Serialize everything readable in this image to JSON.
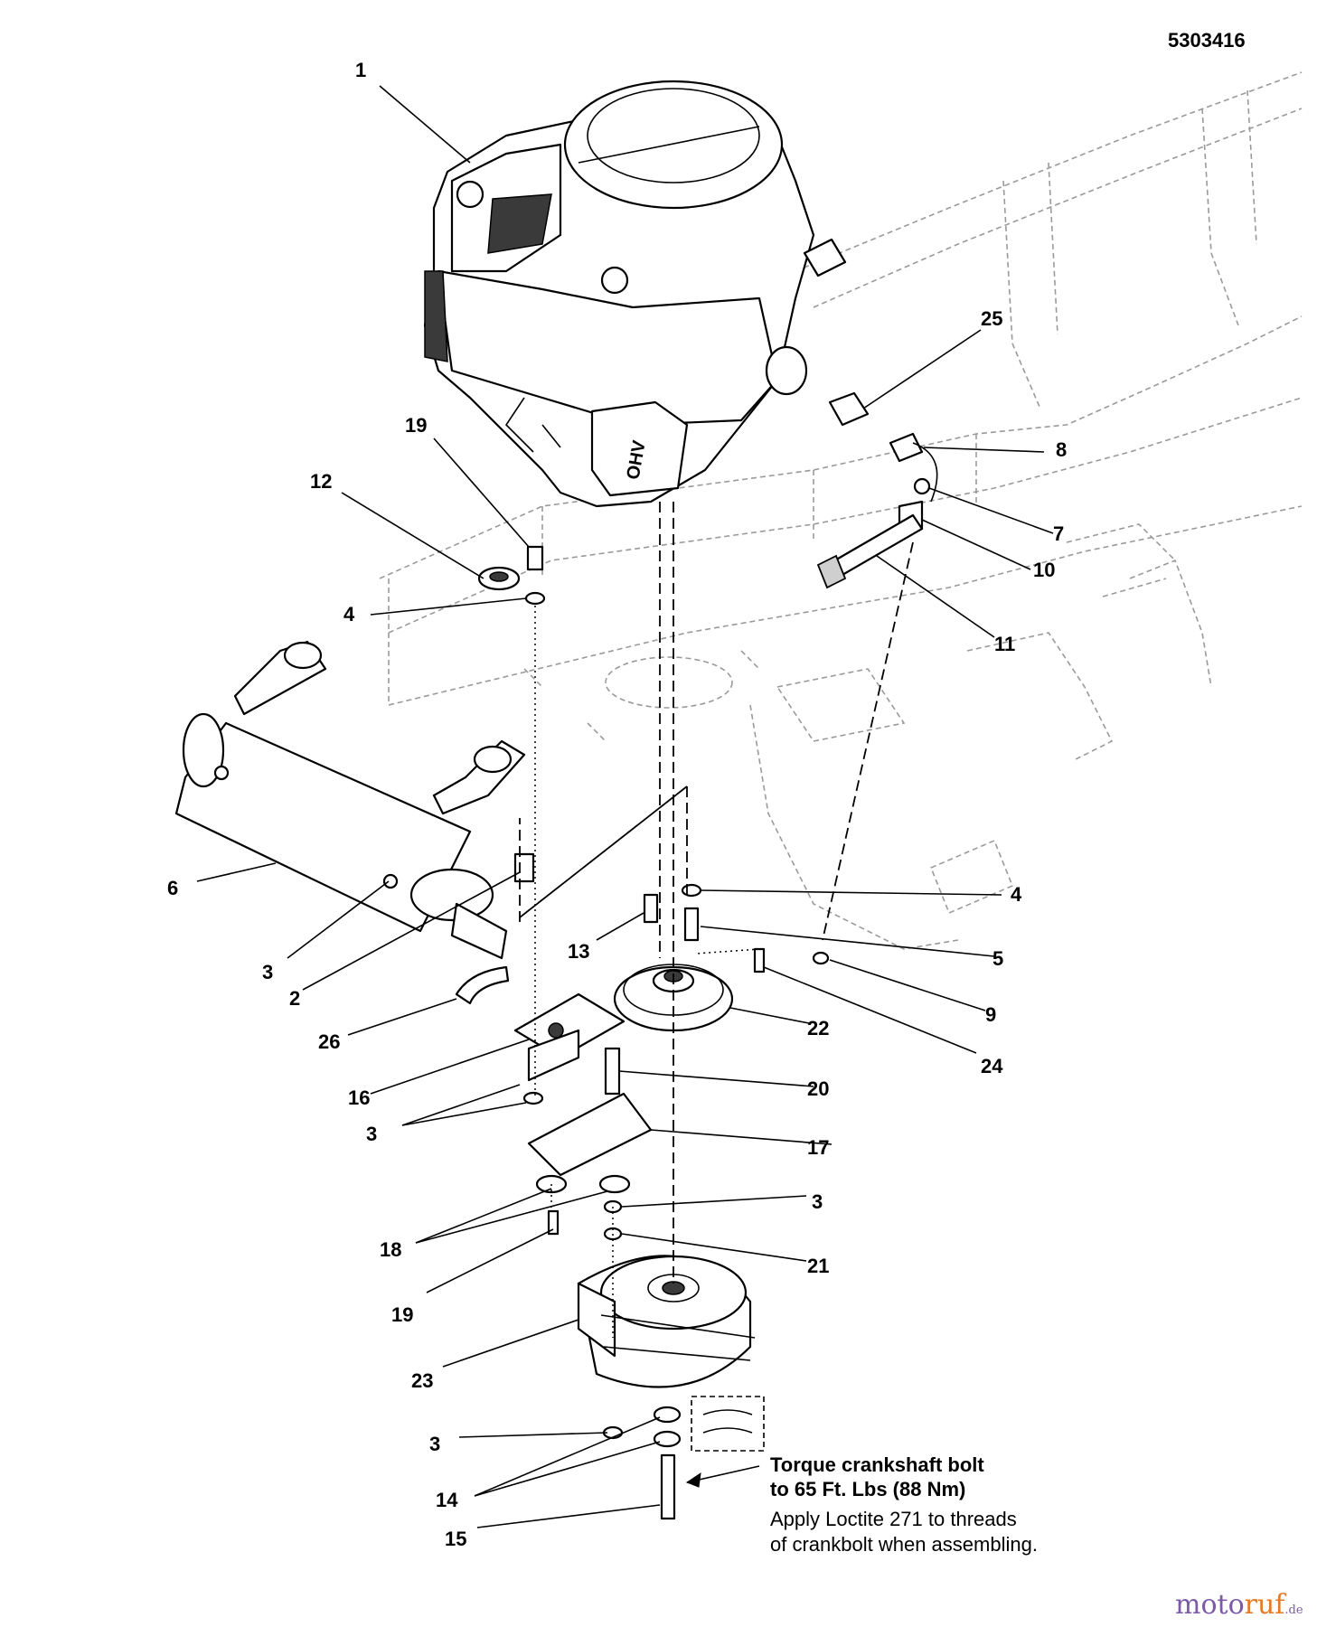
{
  "drawing_number": "5303416",
  "callouts": {
    "c1": "1",
    "c19a": "19",
    "c12": "12",
    "c4a": "4",
    "c25": "25",
    "c8": "8",
    "c7": "7",
    "c10": "10",
    "c11": "11",
    "c6": "6",
    "c4b": "4",
    "c5": "5",
    "c13": "13",
    "c3a": "3",
    "c2": "2",
    "c9": "9",
    "c22": "22",
    "c26": "26",
    "c24": "24",
    "c16": "16",
    "c20": "20",
    "c3b": "3",
    "c17": "17",
    "c3c": "3",
    "c18": "18",
    "c21": "21",
    "c19b": "19",
    "c23": "23",
    "c3d": "3",
    "c14": "14",
    "c15": "15"
  },
  "note": {
    "line1": "Torque crankshaft bolt",
    "line2": "to 65 Ft. Lbs (88 Nm)",
    "line3": "Apply Loctite 271 to threads",
    "line4": "of crankbolt when assembling."
  },
  "engine_label": "OHV",
  "watermark": {
    "part1": "moto",
    "part2": "ruf",
    "suffix": ".de"
  }
}
